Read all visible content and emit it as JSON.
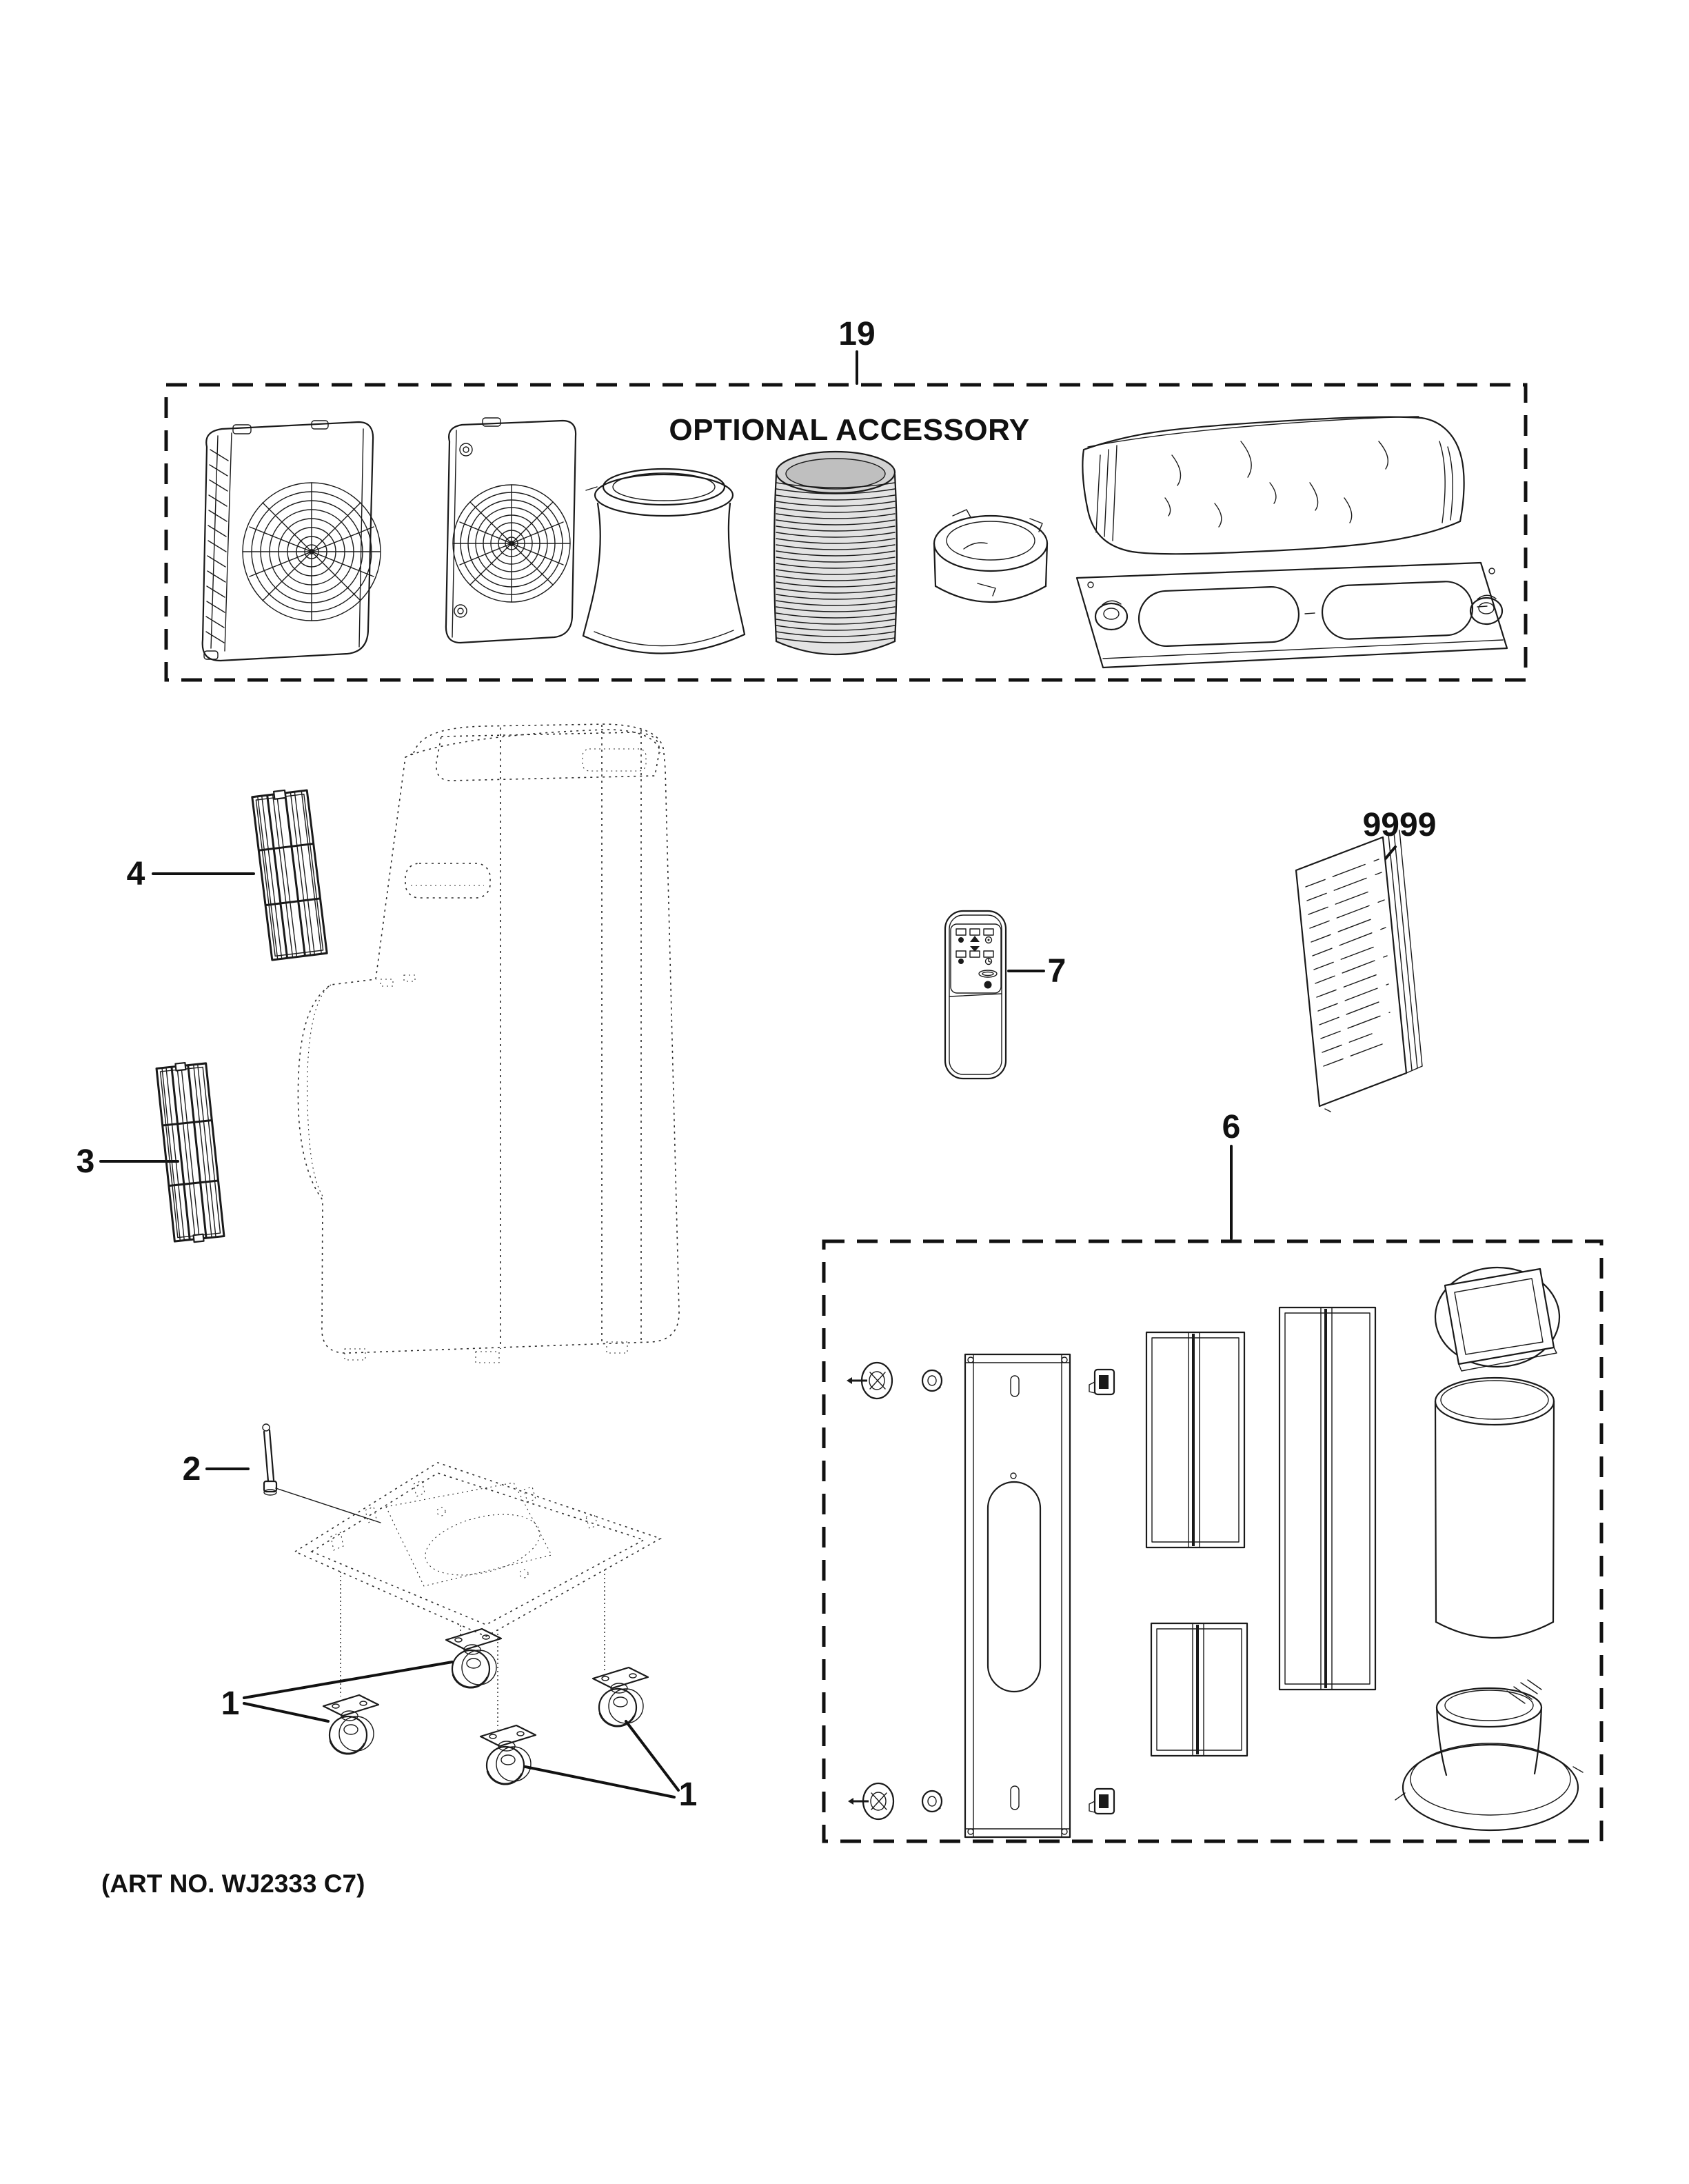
{
  "diagram": {
    "colors": {
      "line": "#1a1a1a",
      "background": "#ffffff"
    },
    "art_no": "(ART NO. WJ2333 C7)",
    "optional_accessory_box": {
      "callout": "19",
      "title": "OPTIONAL ACCESSORY"
    },
    "window_kit_box": {
      "callout": "6"
    },
    "callouts": {
      "casters_left": "1",
      "casters_right": "1",
      "drain_pin": "2",
      "filter_lower": "3",
      "filter_upper": "4",
      "remote_control": "7",
      "owners_manual": "9999"
    }
  }
}
